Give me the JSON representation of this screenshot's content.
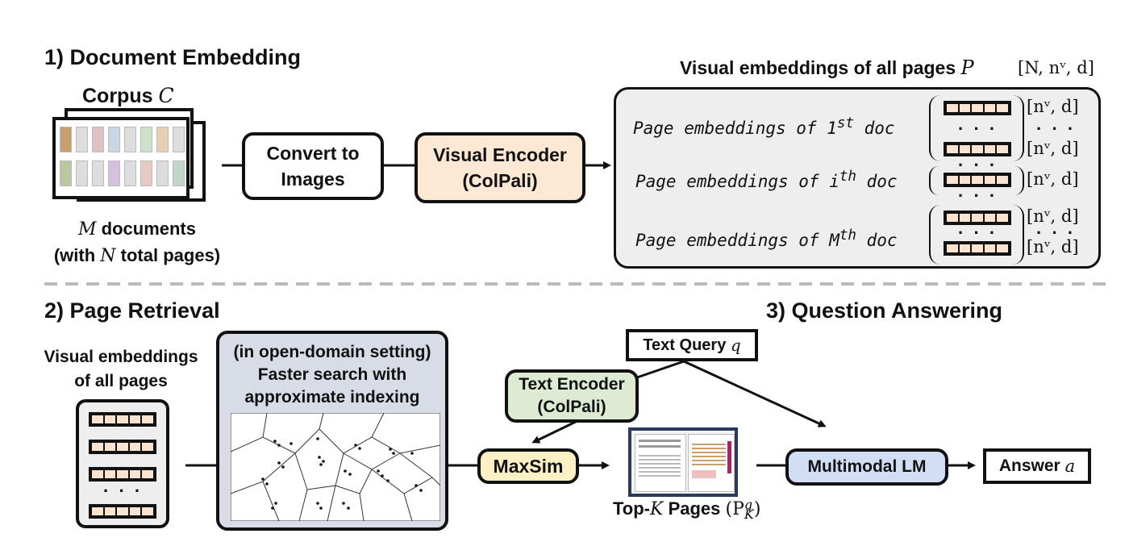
{
  "section1": {
    "title": "1) Document Embedding"
  },
  "section2": {
    "title": "2) Page Retrieval"
  },
  "section3": {
    "title": "3) Question Answering"
  },
  "corpus": {
    "label": "Corpus",
    "symbol": "C",
    "docs_symbol": "M",
    "docs_text": "documents",
    "pages_prefix": "(with",
    "pages_symbol": "N",
    "pages_suffix": "total pages)"
  },
  "convert_box": {
    "line1": "Convert to",
    "line2": "Images"
  },
  "visual_encoder": {
    "line1": "Visual Encoder",
    "line2": "(ColPali)"
  },
  "visual_embeddings": {
    "title": "Visual embeddings of all pages",
    "symbol": "P",
    "shape": "[N, nᵛ, d]",
    "rows": [
      {
        "prefix": "Page embeddings of 1",
        "sup": "st",
        "suffix": " doc"
      },
      {
        "prefix": "Page embeddings of i",
        "sup": "th",
        "suffix": " doc"
      },
      {
        "prefix": "Page embeddings of M",
        "sup": "th",
        "suffix": " doc"
      }
    ],
    "dim": "[nᵛ, d]",
    "dots": "· · ·"
  },
  "retrieval": {
    "embeddings_line1": "Visual embeddings",
    "embeddings_line2": "of all pages",
    "index_line1": "(in open-domain setting)",
    "index_line2": "Faster search with",
    "index_line3": "approximate indexing",
    "maxsim": "MaxSim"
  },
  "qa": {
    "text_query": "Text Query",
    "query_symbol": "q",
    "text_encoder_line1": "Text Encoder",
    "text_encoder_line2": "(ColPali)",
    "topk_prefix": "Top-",
    "topk_symbol": "K",
    "topk_suffix": "Pages",
    "topk_math": "(P",
    "topk_math_sup": "q",
    "topk_math_sub": "K",
    "topk_math_close": ")",
    "multimodal": "Multimodal LM",
    "answer": "Answer",
    "answer_symbol": "a"
  },
  "colors": {
    "encoder_fill": "#fde9d3",
    "text_encoder_fill": "#dcebd2",
    "maxsim_fill": "#fdf0c5",
    "multimodal_fill": "#d2def4",
    "index_fill": "#d7dce6",
    "panel_fill": "#eeeeee",
    "embedding_cell": "#fbe3cf"
  }
}
